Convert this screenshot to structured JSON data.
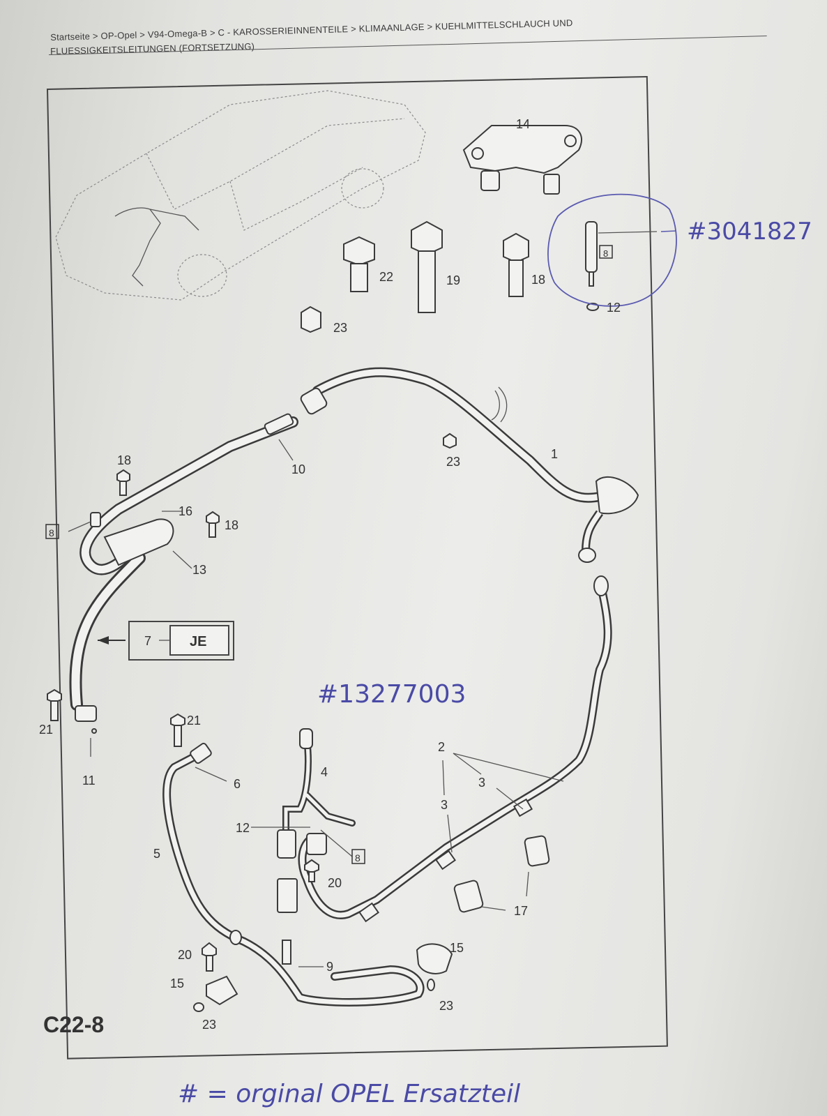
{
  "breadcrumb": {
    "line1": "Startseite > OP-Opel > V94-Omega-B > C - KAROSSERIEINNENTEILE > KLIMAANLAGE > KUEHLMITTELSCHLAUCH UND",
    "line2": "FLUESSIGKEITSLEITUNGEN (FORTSETZUNG)"
  },
  "diagram": {
    "code": "C22-8",
    "je_box": "JE",
    "callouts": {
      "c1": "1",
      "c2": "2",
      "c3a": "3",
      "c3b": "3",
      "c4": "4",
      "c5": "5",
      "c6": "6",
      "c7": "7",
      "c8a": "8",
      "c8b": "8",
      "c8c": "8",
      "c9": "9",
      "c10": "10",
      "c11": "11",
      "c12a": "12",
      "c12b": "12",
      "c13": "13",
      "c14": "14",
      "c15a": "15",
      "c15b": "15",
      "c16": "16",
      "c17": "17",
      "c18a": "18",
      "c18b": "18",
      "c18c": "18",
      "c19": "19",
      "c20a": "20",
      "c20b": "20",
      "c21a": "21",
      "c21b": "21",
      "c22": "22",
      "c23a": "23",
      "c23b": "23",
      "c23c": "23",
      "c23d": "23",
      "c23e": "23"
    }
  },
  "handwritten": {
    "part_number_top": "#3041827",
    "part_number_middle": "#13277003",
    "footnote": "# = orginal OPEL Ersatzteil"
  },
  "colors": {
    "ink": "#3a3a3a",
    "pen": "#4a4aa6",
    "paper": "#ececea"
  }
}
